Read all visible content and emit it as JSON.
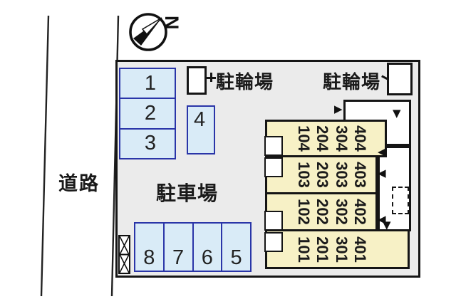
{
  "compass": {
    "north": "N"
  },
  "road": {
    "label": "道路"
  },
  "plot": {
    "parking_label": "駐車場",
    "bicycle": {
      "left_label": "駐輪場",
      "right_label": "駐輪場"
    },
    "stalls": [
      "1",
      "2",
      "3",
      "4",
      "5",
      "6",
      "7",
      "8"
    ],
    "building": {
      "rows": [
        {
          "units": [
            "104",
            "204",
            "304",
            "404"
          ]
        },
        {
          "units": [
            "103",
            "203",
            "303",
            "403"
          ]
        },
        {
          "units": [
            "102",
            "202",
            "302",
            "402"
          ]
        },
        {
          "units": [
            "101",
            "201",
            "301",
            "401"
          ]
        }
      ]
    },
    "arrows": {
      "right": "▶",
      "down": "▼",
      "left": "◀"
    }
  },
  "colors": {
    "plot_fill": "#EBEBEB",
    "stall_fill": "#D9EBF7",
    "stall_border": "#2A35A8",
    "room_fill": "#F7F1C6",
    "line": "#1A1A1A"
  }
}
